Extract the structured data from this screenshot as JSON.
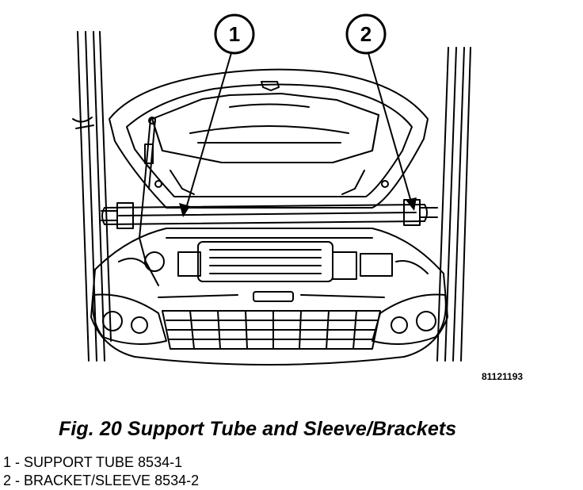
{
  "figure": {
    "callouts": [
      {
        "number": "1"
      },
      {
        "number": "2"
      }
    ],
    "figure_id": "81121193",
    "caption": "Fig. 20 Support Tube and Sleeve/Brackets"
  },
  "legend": [
    {
      "text": "1 - SUPPORT TUBE 8534-1"
    },
    {
      "text": "2 - BRACKET/SLEEVE 8534-2"
    }
  ],
  "colors": {
    "line": "#000000",
    "background": "#ffffff"
  }
}
